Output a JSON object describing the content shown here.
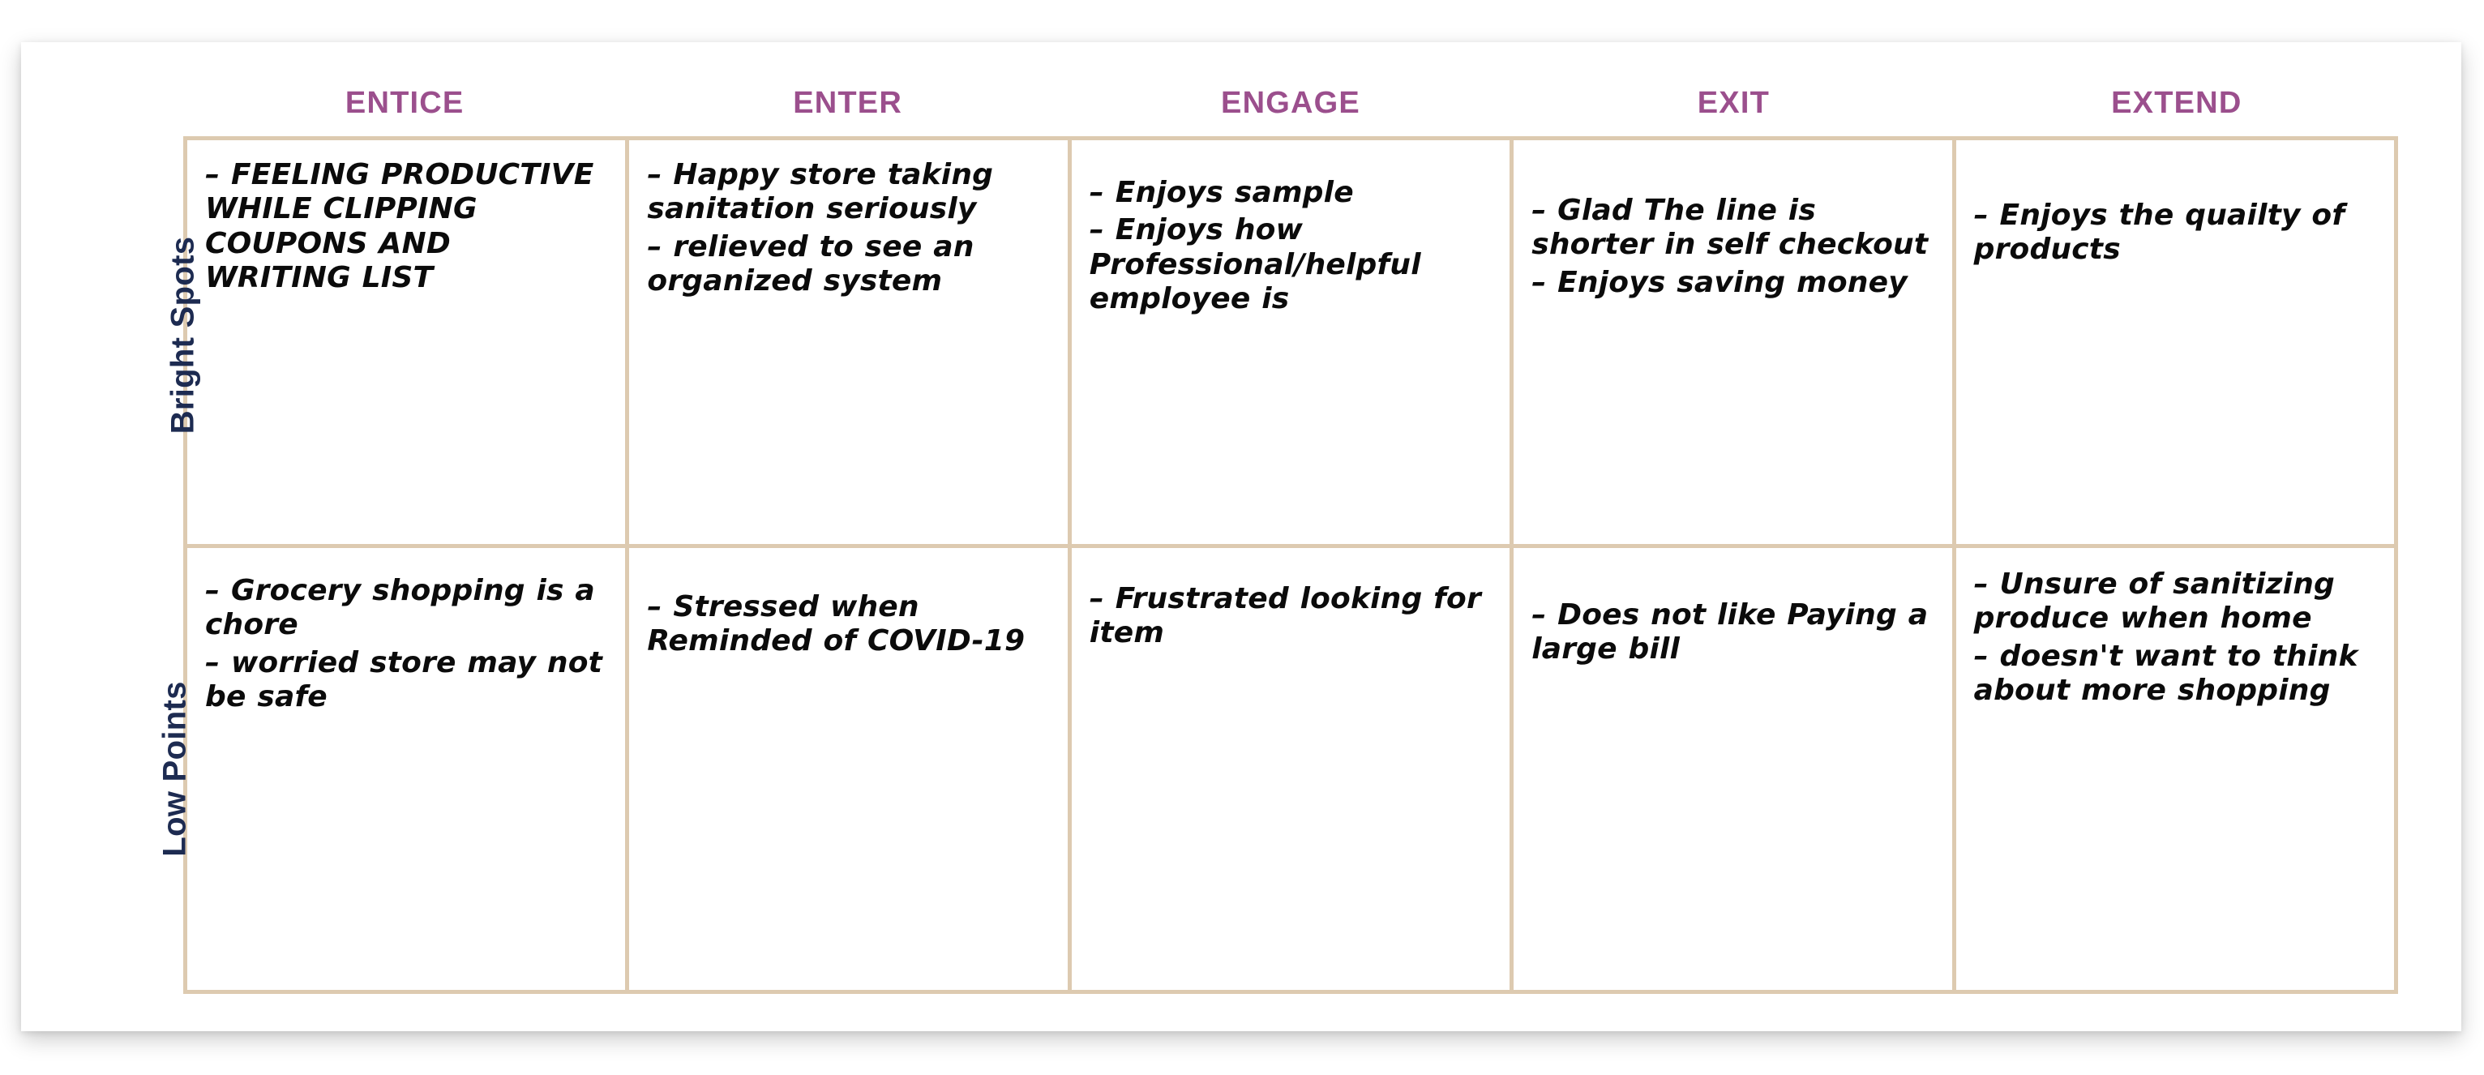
{
  "card": {
    "title_row_label_color": "#1d2b51",
    "header_color": "#9b4f8d",
    "border_color": "#ddcab0"
  },
  "columns": [
    {
      "key": "entice",
      "label": "ENTICE"
    },
    {
      "key": "enter",
      "label": "ENTER"
    },
    {
      "key": "engage",
      "label": "ENGAGE"
    },
    {
      "key": "exit",
      "label": "EXIT"
    },
    {
      "key": "extend",
      "label": "EXTEND"
    }
  ],
  "rows": [
    {
      "key": "bright",
      "label": "Bright Spots"
    },
    {
      "key": "low",
      "label": "Low Points"
    }
  ],
  "cells": {
    "bright": {
      "entice": [
        "FEELING PRODUCTIVE WHILE CLIPPING COUPONS AND WRITING LIST"
      ],
      "enter": [
        "Happy store taking sanitation seriously",
        "relieved to see an organized system"
      ],
      "engage": [
        "Enjoys sample",
        "Enjoys how Professional/helpful employee is"
      ],
      "exit": [
        "Glad The line is shorter in self checkout",
        "Enjoys saving money"
      ],
      "extend": [
        "Enjoys the quailty of products"
      ]
    },
    "low": {
      "entice": [
        "Grocery shopping is a chore",
        "worried store may not be safe"
      ],
      "enter": [
        "Stressed when Reminded of COVID-19"
      ],
      "engage": [
        "Frustrated looking for item"
      ],
      "exit": [
        "Does not like Paying a large bill"
      ],
      "extend": [
        "Unsure of sanitizing produce when home",
        "doesn't want to think about more shopping"
      ]
    }
  }
}
